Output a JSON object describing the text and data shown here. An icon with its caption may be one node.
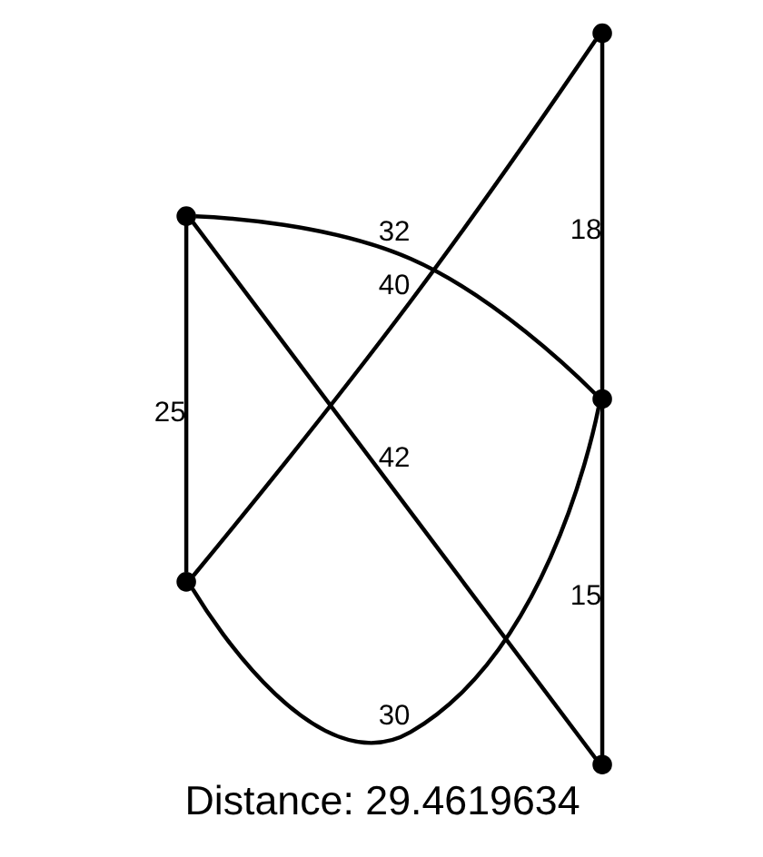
{
  "diagram": {
    "caption": "Distance: 29.4619634",
    "nodes": [
      {
        "text": [],
        "shape": "dot"
      },
      {
        "text": [],
        "shape": "dot"
      },
      {
        "text": [],
        "shape": "dot"
      },
      {
        "text": [],
        "shape": "dot"
      },
      {
        "text": [],
        "shape": "dot"
      }
    ],
    "edges": [
      {
        "from": 0,
        "to": 1,
        "arrow": "none",
        "label": "25"
      },
      {
        "from": 2,
        "to": 3,
        "arrow": "none",
        "label": "18"
      },
      {
        "from": 3,
        "to": 4,
        "arrow": "none",
        "label": "15"
      },
      {
        "from": 0,
        "to": 3,
        "arrow": "none",
        "label": "32"
      },
      {
        "from": 1,
        "to": 2,
        "arrow": "none",
        "label": "40"
      },
      {
        "from": 0,
        "to": 4,
        "arrow": "none",
        "label": "42"
      },
      {
        "from": 1,
        "to": 3,
        "arrow": "none",
        "label": "30"
      }
    ]
  }
}
